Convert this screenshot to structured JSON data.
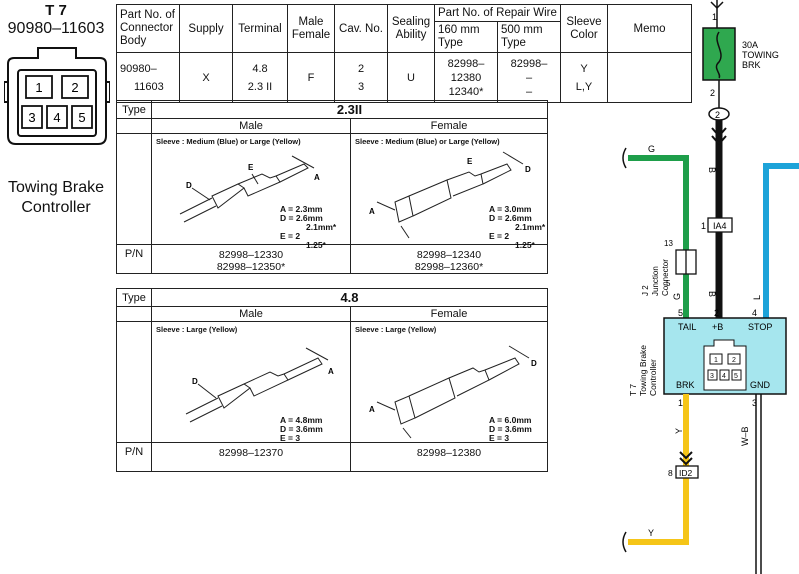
{
  "connector": {
    "id": "T 7",
    "part_number": "90980–11603",
    "name_line1": "Towing Brake",
    "name_line2": "Controller",
    "pins": [
      "1",
      "2",
      "3",
      "4",
      "5"
    ]
  },
  "spec_table": {
    "headers": {
      "part_no_body": "Part No. of Connector Body",
      "supply": "Supply",
      "terminal": "Terminal",
      "male_female": "Male Female",
      "cav_no": "Cav. No.",
      "sealing": "Sealing Ability",
      "repair_wire": "Part No. of Repair Wire",
      "mm160": "160 mm Type",
      "mm500": "500 mm Type",
      "sleeve_color": "Sleeve Color",
      "memo": "Memo"
    },
    "row": {
      "part_no_a": "90980–",
      "part_no_b": "11603",
      "supply": "X",
      "terminal_1": "4.8",
      "terminal_2": "2.3 II",
      "male_female": "F",
      "cav_1": "2",
      "cav_2": "3",
      "sealing": "U",
      "mm160_1": "82998–",
      "mm160_2": "12380",
      "mm160_3": "12340*",
      "mm500_1": "82998–",
      "mm500_2": "–",
      "mm500_3": "–",
      "sleeve_1": "Y",
      "sleeve_2": "L,Y",
      "memo": ""
    }
  },
  "type_23": {
    "type_label": "Type",
    "type_value": "2.3II",
    "male_label": "Male",
    "female_label": "Female",
    "male_sleeve": "Sleeve : Medium (Blue) or Large (Yellow)",
    "female_sleeve": "Sleeve : Medium (Blue) or Large (Yellow)",
    "male_specs": [
      "A = 2.3mm",
      "D = 2.6mm",
      "2.1mm*",
      "E = 2",
      "1.25*"
    ],
    "female_specs": [
      "A = 3.0mm",
      "D = 2.6mm",
      "2.1mm*",
      "E = 2",
      "1.25*"
    ],
    "pn_label": "P/N",
    "male_pn_1": "82998–12330",
    "male_pn_2": "82998–12350*",
    "female_pn_1": "82998–12340",
    "female_pn_2": "82998–12360*",
    "letter_a": "A",
    "letter_d": "D",
    "letter_e": "E"
  },
  "type_48": {
    "type_label": "Type",
    "type_value": "4.8",
    "male_label": "Male",
    "female_label": "Female",
    "male_sleeve": "Sleeve : Large (Yellow)",
    "female_sleeve": "Sleeve : Large (Yellow)",
    "male_specs": [
      "A = 4.8mm",
      "D = 3.6mm",
      "E = 3"
    ],
    "female_specs": [
      "A = 6.0mm",
      "D = 3.6mm",
      "E = 3"
    ],
    "pn_label": "P/N",
    "male_pn": "82998–12370",
    "female_pn": "82998–12380",
    "letter_a": "A",
    "letter_d": "D"
  },
  "wiring": {
    "fuse_pin_top": "1",
    "fuse_label_1": "30A",
    "fuse_label_2": "TOWING",
    "fuse_label_3": "BRK",
    "fuse_pin_bottom": "2",
    "circle_pin": "2",
    "wire_b": "B",
    "wire_g": "G",
    "wire_l": "L",
    "wire_y": "Y",
    "wire_wb": "W–B",
    "ia4_pin": "1",
    "ia4_label": "IA4",
    "j2_pin_top": "13",
    "j2_pin_bottom": "5",
    "j2_label_1": "J 2",
    "j2_label_2": "Junction",
    "j2_label_3": "Connector",
    "pin_tail": "5",
    "pin_b": "2",
    "pin_stop": "4",
    "tail_label": "TAIL",
    "b_label": "+B",
    "stop_label": "STOP",
    "brk_label": "BRK",
    "gnd_label": "GND",
    "pin_brk": "1",
    "pin_gnd": "3",
    "t7_label_1": "T 7",
    "t7_label_2": "Towing Brake",
    "t7_label_3": "Controller",
    "id2_pin": "8",
    "id2_label": "ID2",
    "colors": {
      "green_wire": "#1e9e4a",
      "blue_wire": "#1da3d9",
      "yellow_wire": "#f5c518",
      "fuse_fill": "#2fa84f",
      "controller_fill": "#a6e6ee"
    }
  }
}
